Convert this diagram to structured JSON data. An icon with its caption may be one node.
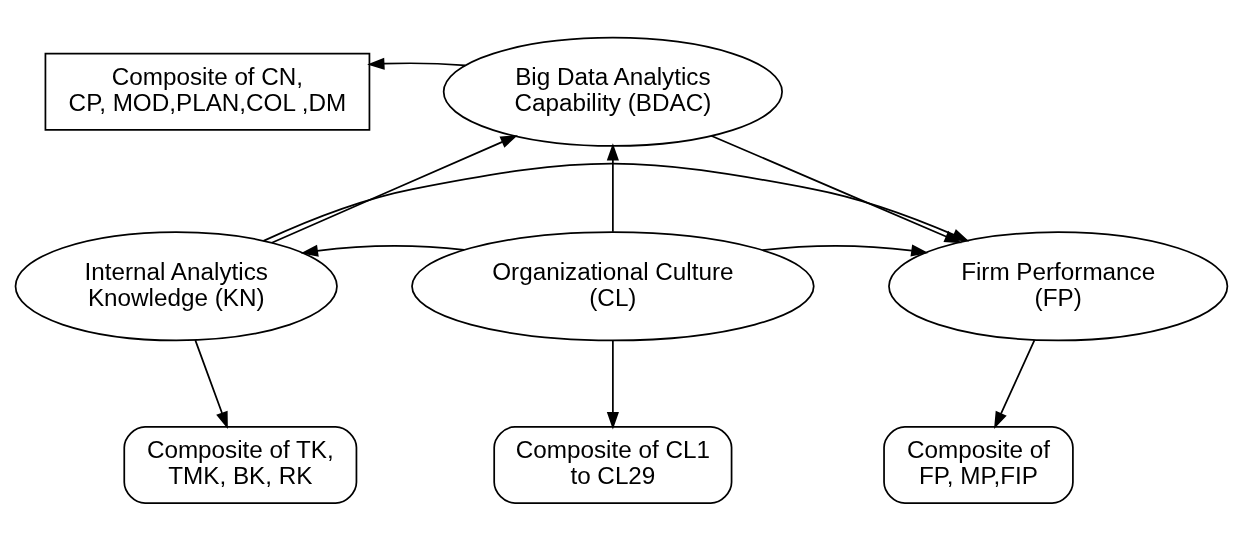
{
  "diagram": {
    "nodes": [
      {
        "text": [
          "Composite of CN, CP, MOD,PLAN,COL ,DM"
        ]
      },
      {
        "text": [
          "Big Data Analytics Capability (BDAC)"
        ]
      },
      {
        "text": [
          "Internal Analytics Knowledge (KN)"
        ]
      },
      {
        "text": [
          "Organizational Culture (CL)"
        ]
      },
      {
        "text": [
          "Firm Performance (FP)"
        ]
      },
      {
        "text": [
          "Composite of TK, TMK, BK, RK"
        ]
      },
      {
        "text": [
          "Composite of CL1 to CL29"
        ]
      },
      {
        "text": [
          "Composite of FP, MP,FIP"
        ]
      }
    ],
    "edges": [
      {
        "from": 1,
        "to": 0,
        "arrow": "to"
      },
      {
        "from": 2,
        "to": 1,
        "arrow": "to"
      },
      {
        "from": 3,
        "to": 1,
        "arrow": "to"
      },
      {
        "from": 1,
        "to": 4,
        "arrow": "to"
      },
      {
        "from": 3,
        "to": 2,
        "arrow": "to"
      },
      {
        "from": 3,
        "to": 4,
        "arrow": "to"
      },
      {
        "from": 2,
        "to": 4,
        "arrow": "to"
      },
      {
        "from": 2,
        "to": 5,
        "arrow": "to"
      },
      {
        "from": 3,
        "to": 6,
        "arrow": "to"
      },
      {
        "from": 4,
        "to": 7,
        "arrow": "to"
      }
    ]
  }
}
